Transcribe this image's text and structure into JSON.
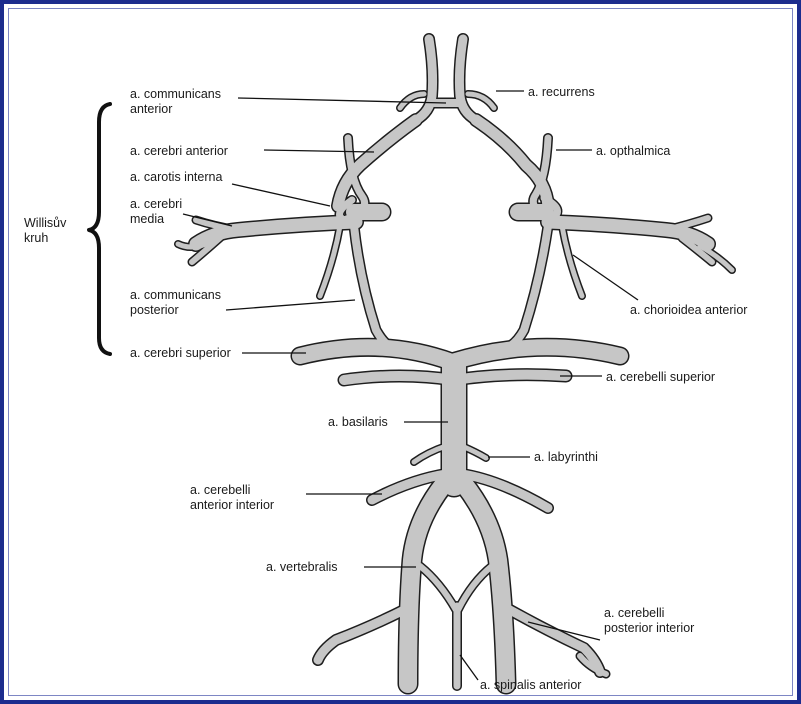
{
  "labels": {
    "communicans_anterior": [
      "a. communicans",
      "anterior"
    ],
    "recurrens": "a. recurrens",
    "cerebri_anterior": "a. cerebri anterior",
    "opthalmica": "a. opthalmica",
    "carotis_interna": "a. carotis interna",
    "cerebri_media": [
      "a. cerebri",
      "media"
    ],
    "willisuv_kruh": [
      "Willisův",
      "kruh"
    ],
    "communicans_posterior": [
      "a. communicans",
      "posterior"
    ],
    "chorioidea_anterior": "a. chorioidea anterior",
    "cerebri_superior": "a. cerebri superior",
    "cerebelli_superior": "a. cerebelli superior",
    "basilaris": "a. basilaris",
    "labyrinthi": "a. labyrinthi",
    "cerebelli_anterior_interior": [
      "a. cerebelli",
      "anterior interior"
    ],
    "vertebralis": "a. vertebralis",
    "cerebelli_posterior_interior": [
      "a. cerebelli",
      "posterior interior"
    ],
    "spinalis_anterior": "a. spinalis anterior"
  },
  "colors": {
    "frame_border": "#1c2c8e",
    "vessel_fill": "#c6c6c6",
    "vessel_outline": "#1e1e1e",
    "background": "#ffffff"
  }
}
